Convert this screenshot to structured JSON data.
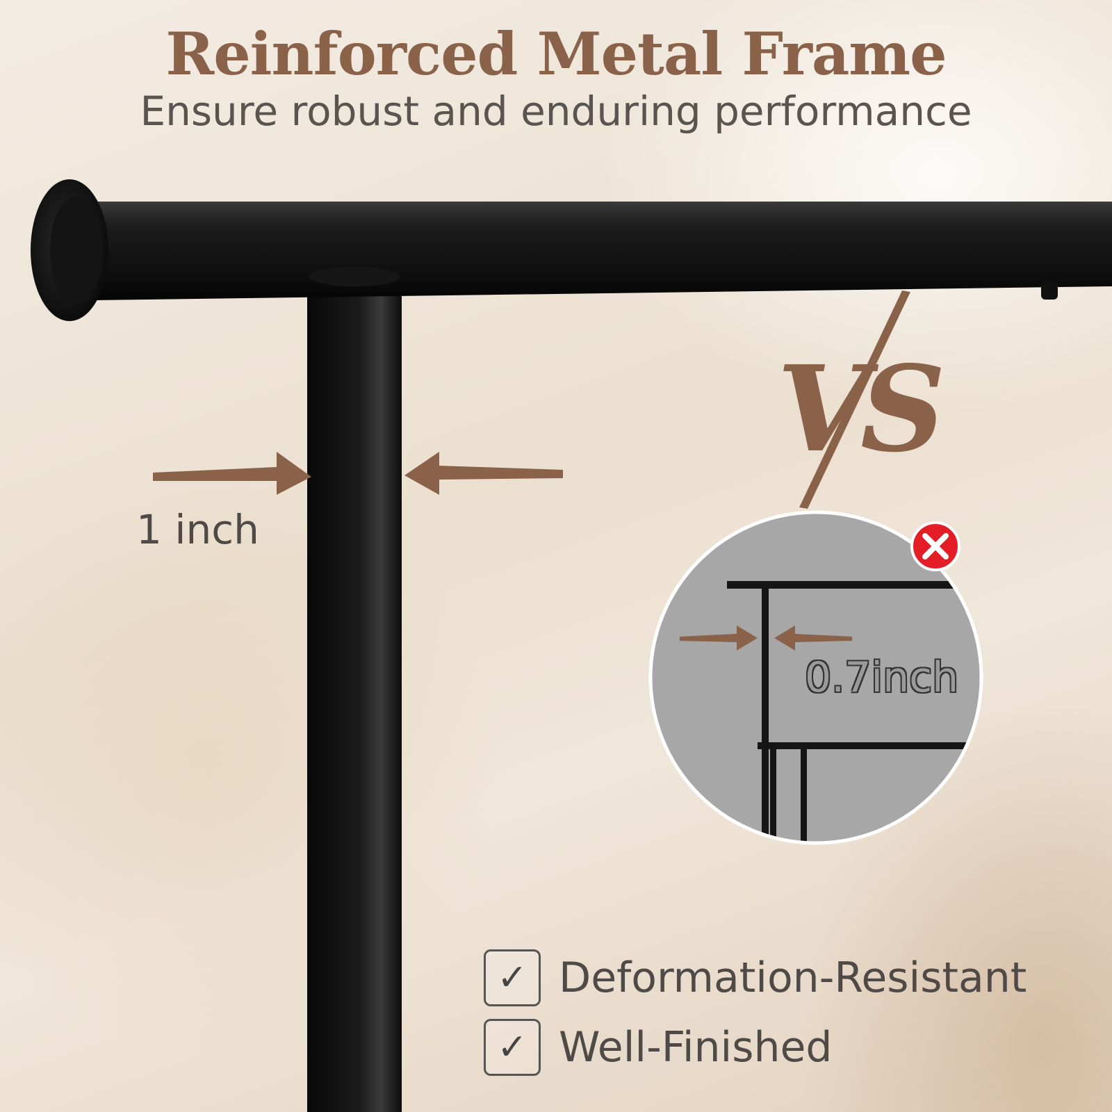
{
  "headline": "Reinforced Metal Frame",
  "subheadline": "Ensure robust and enduring performance",
  "main_measurement": "1 inch",
  "comparison": {
    "vs_label": "VS",
    "inset_measurement": "0.7inch"
  },
  "features": [
    {
      "label": "Deformation-Resistant",
      "check_icon": "checkmark-icon"
    },
    {
      "label": "Well-Finished",
      "check_icon": "checkmark-icon"
    }
  ],
  "colors": {
    "accent_brown": "#8a6249",
    "rod_black": "#151515",
    "reject_red": "#e41e26"
  }
}
